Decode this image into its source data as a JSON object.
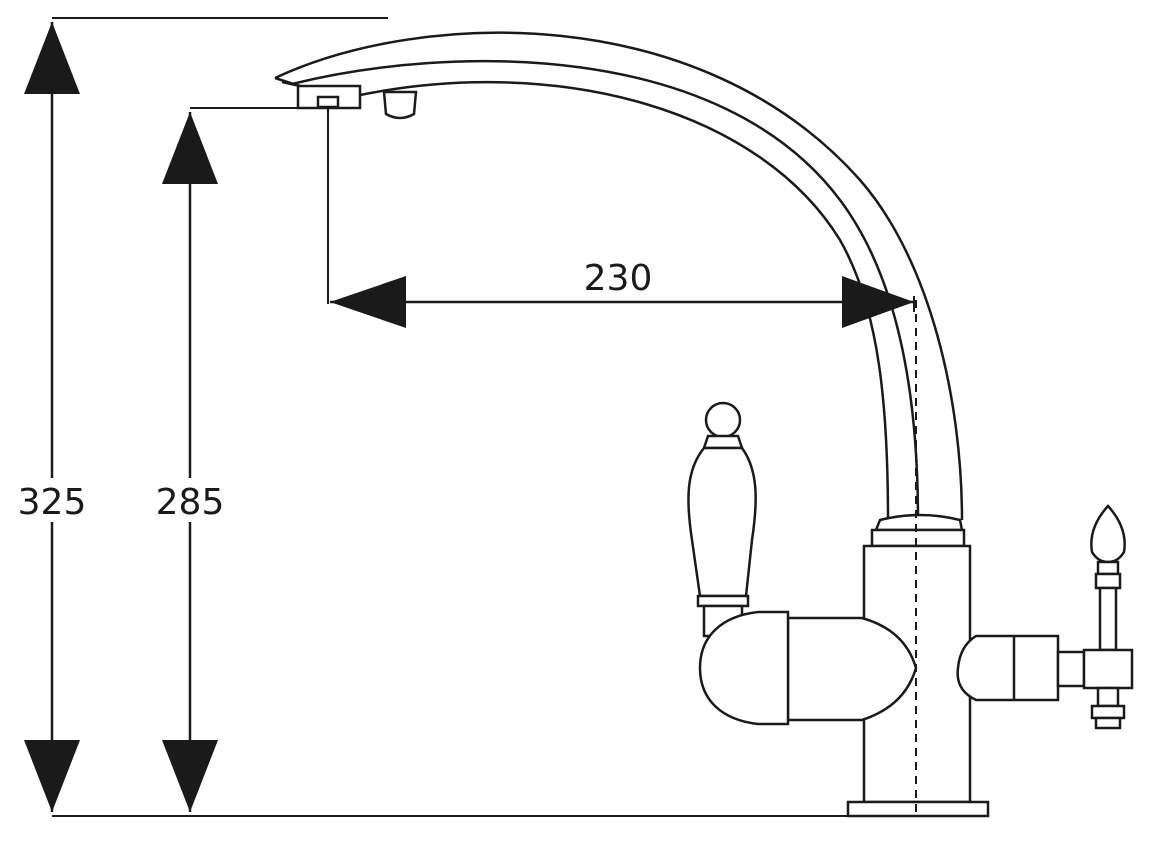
{
  "dimensions": {
    "total_height": "325",
    "spout_height": "285",
    "spout_reach": "230"
  }
}
